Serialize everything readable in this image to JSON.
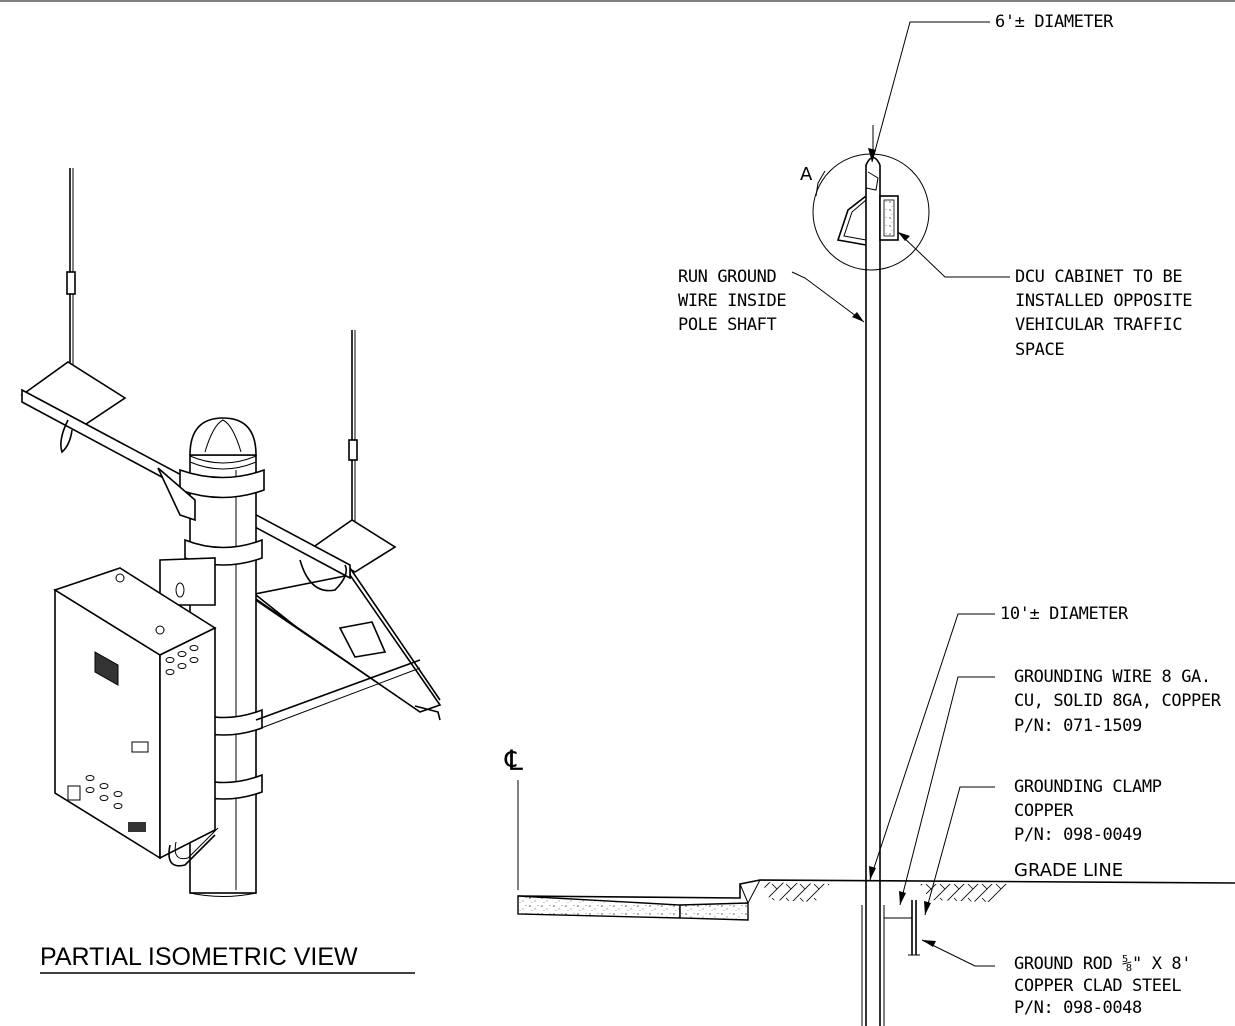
{
  "isometric": {
    "title": "PARTIAL ISOMETRIC VIEW"
  },
  "elevation": {
    "detail_marker": "A",
    "centerline_symbol": "℄",
    "callouts": {
      "top_diameter": "6'± DIAMETER",
      "ground_wire_run": [
        "RUN GROUND",
        "WIRE INSIDE",
        "POLE SHAFT"
      ],
      "dcu_cabinet": [
        "DCU CABINET TO BE",
        "INSTALLED OPPOSITE",
        "VEHICULAR TRAFFIC",
        "SPACE"
      ],
      "base_diameter": "10'± DIAMETER",
      "grounding_wire": [
        "GROUNDING WIRE 8 GA.",
        "CU, SOLID 8GA, COPPER",
        "P/N: 071-1509"
      ],
      "grounding_clamp": [
        "GROUNDING CLAMP",
        "COPPER",
        "P/N: 098-0049"
      ],
      "grade_line": "GRADE LINE",
      "ground_rod": [
        "GROUND ROD ⅝\" X 8'",
        "COPPER CLAD STEEL",
        "P/N: 098-0048"
      ]
    }
  }
}
